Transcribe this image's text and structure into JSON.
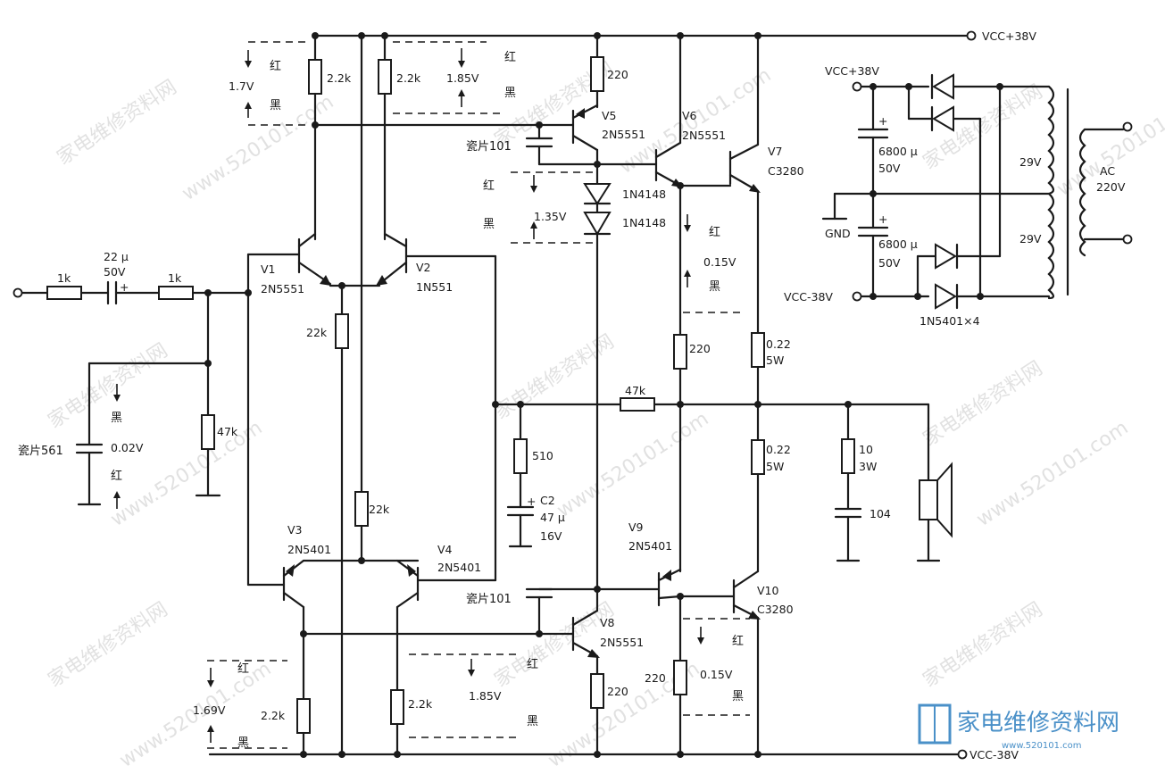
{
  "labels": {
    "vcc_pos": "VCC+38V",
    "vcc_pos_psu": "VCC+38V",
    "vcc_neg_psu": "VCC-38V",
    "vcc_neg": "VCC-38V",
    "gnd": "GND",
    "ac": "AC",
    "ac_v": "220V",
    "t_29a": "29V",
    "t_29b": "29V",
    "c_top": "6800 μ",
    "c_top_v": "50V",
    "c_bot": "6800 μ",
    "c_bot_v": "50V",
    "diodes": "1N5401×4",
    "in_r1": "1k",
    "in_c": "22 μ",
    "in_c_v": "50V",
    "in_r2": "1k",
    "r47k_in": "47k",
    "cap561": "瓷片561",
    "v_002": "0.02V",
    "r_2k2_a": "2.2k",
    "r_2k2_b": "2.2k",
    "v_17": "1.7V",
    "v_185_top": "1.85V",
    "v1": "V1",
    "v1_part": "2N5551",
    "v2": "V2",
    "v2_part": "1N551",
    "r22k_a": "22k",
    "r22k_b": "22k",
    "v3": "V3",
    "v3_part": "2N5401",
    "v4": "V4",
    "v4_part": "2N5401",
    "r_2k2_c": "2.2k",
    "r_2k2_d": "2.2k",
    "v_169": "1.69V",
    "v_185_bot": "1.85V",
    "r220_v5": "220",
    "v5": "V5",
    "v5_part": "2N5551",
    "cap101_top": "瓷片101",
    "d1": "1N4148",
    "d2": "1N4148",
    "v_135": "1.35V",
    "v6": "V6",
    "v6_part": "2N5551",
    "v7": "V7",
    "v7_part": "C3280",
    "v_015_top": "0.15V",
    "r220_v6": "220",
    "r022_top": "0.22",
    "r022_top_w": "5W",
    "r47k_fb": "47k",
    "r510": "510",
    "c2": "C2",
    "c2_val": "47 μ",
    "c2_v": "16V",
    "r022_bot": "0.22",
    "r022_bot_w": "5W",
    "r10": "10",
    "r10_w": "3W",
    "c104": "104",
    "v9": "V9",
    "v9_part": "2N5401",
    "v10": "V10",
    "v10_part": "C3280",
    "cap101_bot": "瓷片101",
    "v8": "V8",
    "v8_part": "2N5551",
    "r220_v8": "220",
    "r220_v9": "220",
    "v_015_bot": "0.15V",
    "red": "红",
    "black": "黑"
  },
  "watermark": {
    "text_cn": "家电维修资料网",
    "text_url": "www.520101.com",
    "logo_cn": "家电维修资料网",
    "logo_url": "www.520101.com"
  },
  "colors": {
    "ink": "#1a1a1a",
    "watermark": "#c9c9c9",
    "logo": "#4a90c8"
  }
}
